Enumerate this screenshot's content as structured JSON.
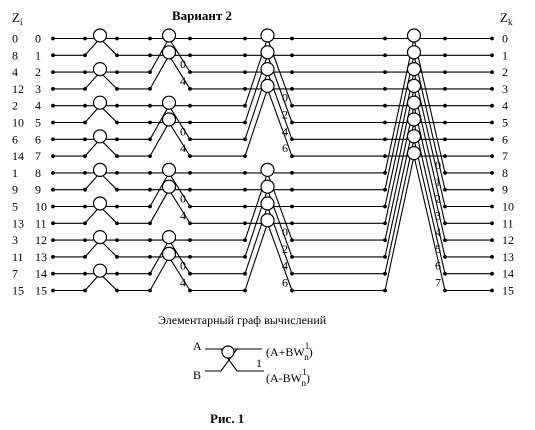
{
  "header": {
    "variant_title": "Вариант  2",
    "left_column": "Z",
    "left_column_sub": "i",
    "right_column": "Z",
    "right_column_sub": "k"
  },
  "input_order": [
    "0",
    "8",
    "4",
    "12",
    "2",
    "10",
    "6",
    "14",
    "1",
    "9",
    "5",
    "13",
    "3",
    "11",
    "7",
    "15"
  ],
  "input_index": [
    "0",
    "1",
    "2",
    "3",
    "4",
    "5",
    "6",
    "7",
    "8",
    "9",
    "10",
    "11",
    "12",
    "13",
    "14",
    "15"
  ],
  "output_index": [
    "0",
    "1",
    "2",
    "3",
    "4",
    "5",
    "6",
    "7",
    "8",
    "9",
    "10",
    "11",
    "12",
    "13",
    "14",
    "15"
  ],
  "stage2_twiddles": [
    "0",
    "4",
    "0",
    "4",
    "0",
    "4",
    "0",
    "4"
  ],
  "stage3_twiddles": [
    "0",
    "2",
    "4",
    "6",
    "0",
    "2",
    "4",
    "6"
  ],
  "stage4_twiddles": [
    "0",
    "1",
    "2",
    "3",
    "4",
    "5",
    "6",
    "7"
  ],
  "legend": {
    "caption": "Элементарный граф вычислений",
    "input_a": "A",
    "input_b": "B",
    "out_sum_pre": "(A+BW",
    "out_diff_pre": "(A-BW",
    "out_sup": "1",
    "out_sub": "n",
    "out_close": ")",
    "weight_label": "1"
  },
  "figure_caption": "Рис. 1"
}
